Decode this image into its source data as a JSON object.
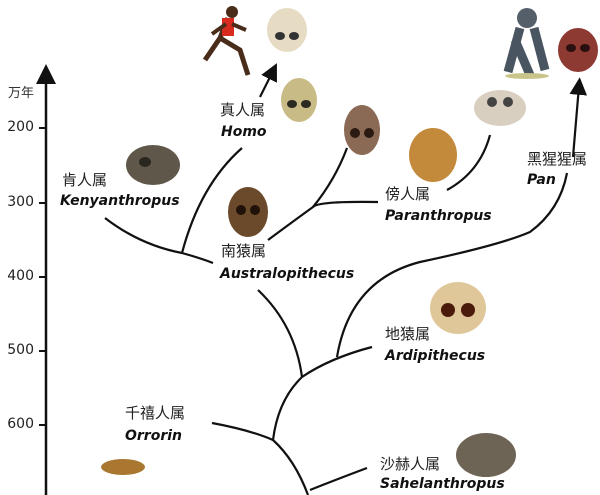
{
  "axis": {
    "unit": "万年",
    "ticks": [
      "200",
      "300",
      "400",
      "500",
      "600"
    ]
  },
  "taxa": [
    {
      "id": "kenyanthropus",
      "cn": "肯人属",
      "latin": "Kenyanthropus"
    },
    {
      "id": "homo",
      "cn": "真人属",
      "latin": "Homo"
    },
    {
      "id": "australopithecus",
      "cn": "南猿属",
      "latin": "Australopithecus"
    },
    {
      "id": "paranthropus",
      "cn": "傍人属",
      "latin": "Paranthropus"
    },
    {
      "id": "pan",
      "cn": "黑猩猩属",
      "latin": "Pan"
    },
    {
      "id": "ardipithecus",
      "cn": "地猿属",
      "latin": "Ardipithecus"
    },
    {
      "id": "orrorin",
      "cn": "千禧人属",
      "latin": "Orrorin"
    },
    {
      "id": "sahelanthropus",
      "cn": "沙赫人属",
      "latin": "Sahelanthropus"
    }
  ],
  "colors": {
    "line": "#111111",
    "skull_light": "#d8c9a4",
    "skull_dark": "#6b4a2b",
    "fossil_gray": "#6e6455"
  }
}
